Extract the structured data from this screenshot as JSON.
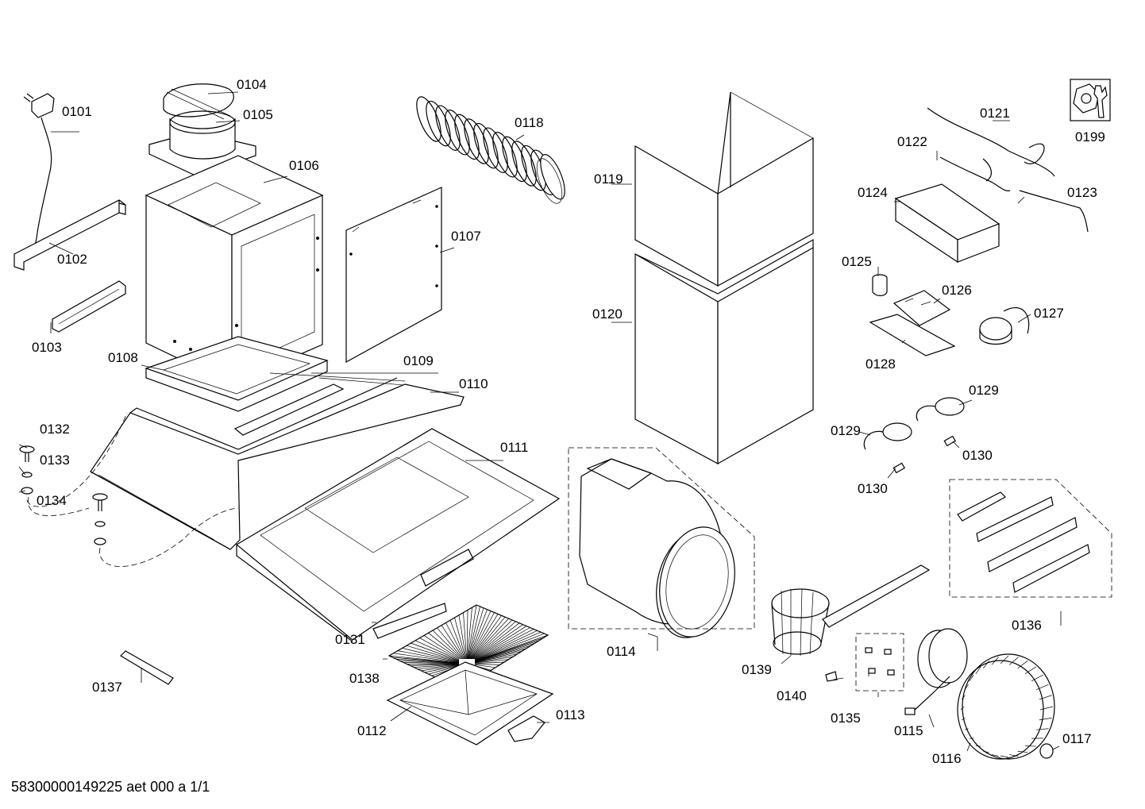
{
  "labels": {
    "p0101": "0101",
    "p0102": "0102",
    "p0103": "0103",
    "p0104": "0104",
    "p0105": "0105",
    "p0106": "0106",
    "p0107": "0107",
    "p0108": "0108",
    "p0109": "0109",
    "p0110": "0110",
    "p0111": "0111",
    "p0112": "0112",
    "p0113": "0113",
    "p0114": "0114",
    "p0115": "0115",
    "p0116": "0116",
    "p0117": "0117",
    "p0118": "0118",
    "p0119": "0119",
    "p0120": "0120",
    "p0121": "0121",
    "p0122": "0122",
    "p0123": "0123",
    "p0124": "0124",
    "p0125": "0125",
    "p0126": "0126",
    "p0127": "0127",
    "p0128": "0128",
    "p0129a": "0129",
    "p0129b": "0129",
    "p0130a": "0130",
    "p0130b": "0130",
    "p0131": "0131",
    "p0132": "0132",
    "p0133": "0133",
    "p0134": "0134",
    "p0135": "0135",
    "p0136": "0136",
    "p0137": "0137",
    "p0138": "0138",
    "p0139": "0139",
    "p0140": "0140",
    "p0199": "0199"
  },
  "footer": "58300000149225 aet 000 a 1/1",
  "icons": {
    "service": "wrench-nut-icon"
  }
}
